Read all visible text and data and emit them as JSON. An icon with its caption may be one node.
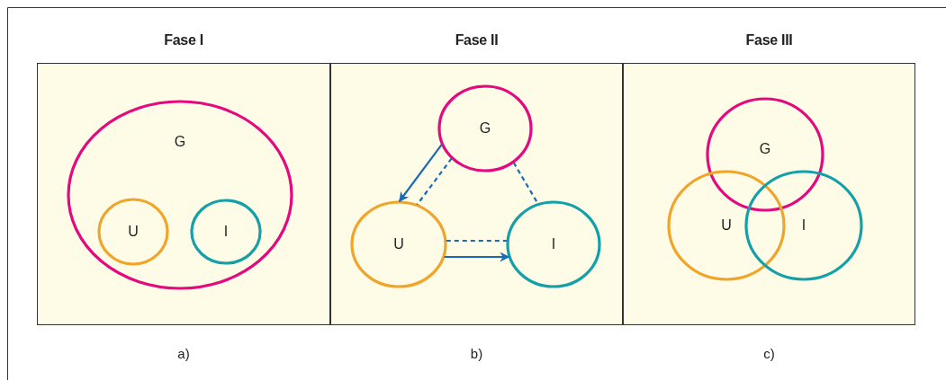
{
  "diagram": {
    "nodes": [
      {
        "text": [
          "Fase I"
        ],
        "beside": [
          "a)"
        ]
      },
      {
        "text": [
          "G"
        ],
        "in": 0
      },
      {
        "text": [
          "U"
        ],
        "in": 1
      },
      {
        "text": [
          "I"
        ],
        "in": 1
      },
      {
        "text": [
          "Fase II"
        ],
        "beside": [
          "b)"
        ]
      },
      {
        "text": [
          "G"
        ],
        "in": 4
      },
      {
        "text": [
          "U"
        ],
        "in": 4
      },
      {
        "text": [
          "I"
        ],
        "in": 4
      },
      {
        "text": [
          "Fase III"
        ],
        "beside": [
          "c)"
        ]
      },
      {
        "text": [
          "G"
        ],
        "in": 8
      },
      {
        "text": [
          "U"
        ],
        "in": 8
      },
      {
        "text": [
          "I"
        ],
        "in": 8
      }
    ],
    "edges": [
      {
        "from": 5,
        "to": 6,
        "arrow": "to"
      },
      {
        "from": 5,
        "to": 6,
        "arrow": "none",
        "style": "dashed"
      },
      {
        "from": 5,
        "to": 7,
        "arrow": "none",
        "style": "dashed"
      },
      {
        "from": 6,
        "to": 7,
        "arrow": "none",
        "style": "dashed"
      },
      {
        "from": 6,
        "to": 7,
        "arrow": "to"
      }
    ]
  }
}
